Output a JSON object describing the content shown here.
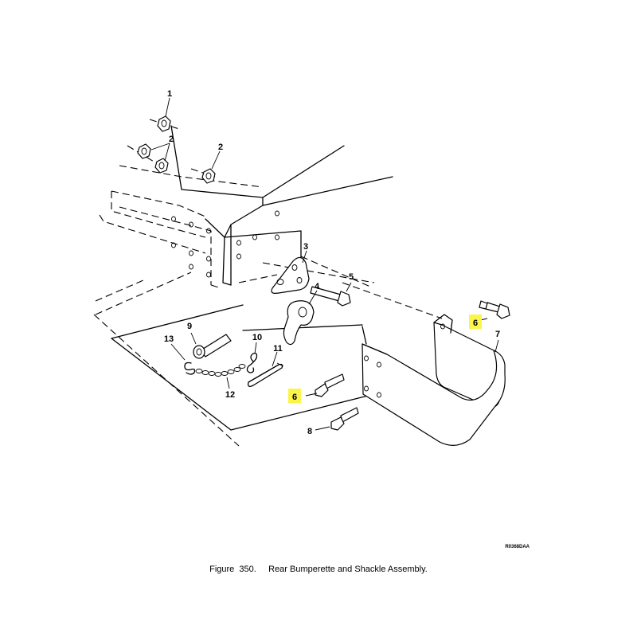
{
  "figure": {
    "number_label": "Figure  350.",
    "title": "Rear Bumperette and Shackle Assembly."
  },
  "drawing_code": "R0368DAA",
  "callouts": [
    "1",
    "2",
    "2",
    "3",
    "4",
    "5",
    "6",
    "6",
    "7",
    "8",
    "9",
    "10",
    "11",
    "12",
    "13"
  ],
  "highlight_color": "#fbf54a"
}
